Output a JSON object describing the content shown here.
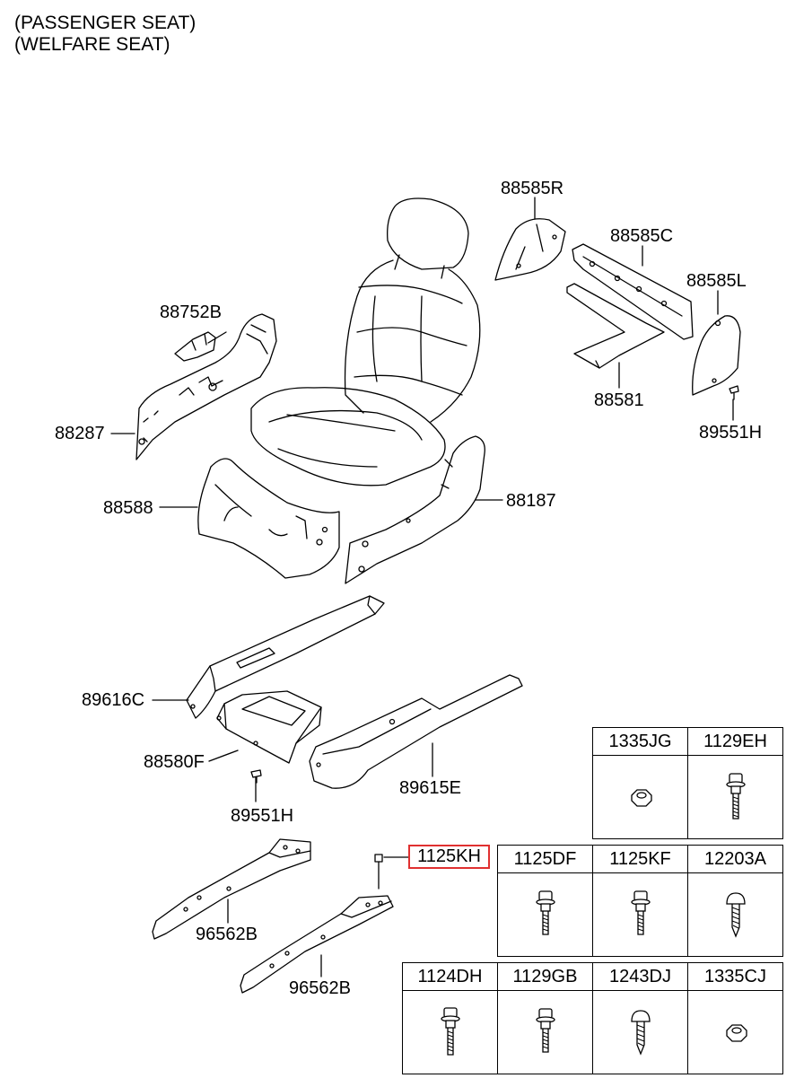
{
  "header": {
    "line1": "(PASSENGER SEAT)",
    "line2": "(WELFARE SEAT)"
  },
  "callouts": {
    "c88585R": "88585R",
    "c88585C": "88585C",
    "c88585L": "88585L",
    "c88581": "88581",
    "c89551H_top": "89551H",
    "c88752B": "88752B",
    "c88287": "88287",
    "c88588": "88588",
    "c88187": "88187",
    "c89616C": "89616C",
    "c88580F": "88580F",
    "c89551H_bottom": "89551H",
    "c89615E": "89615E",
    "c1125KH": "1125KH",
    "c96562B_left": "96562B",
    "c96562B_right": "96562B"
  },
  "fastener_table": {
    "row1": [
      "1335JG",
      "1129EH"
    ],
    "row2": [
      "1125DF",
      "1125KF",
      "12203A"
    ],
    "row3": [
      "1124DH",
      "1129GB",
      "1243DJ",
      "1335CJ"
    ]
  },
  "icons": {
    "1335JG": "hex-nut-icon",
    "1129EH": "flange-bolt-icon",
    "1125DF": "flange-bolt-icon",
    "1125KF": "flange-bolt-icon",
    "12203A": "tapping-screw-icon",
    "1124DH": "flange-bolt-icon",
    "1129GB": "flange-bolt-icon",
    "1243DJ": "tapping-screw-icon",
    "1335CJ": "hex-nut-icon"
  },
  "highlight_color": "#e03030"
}
